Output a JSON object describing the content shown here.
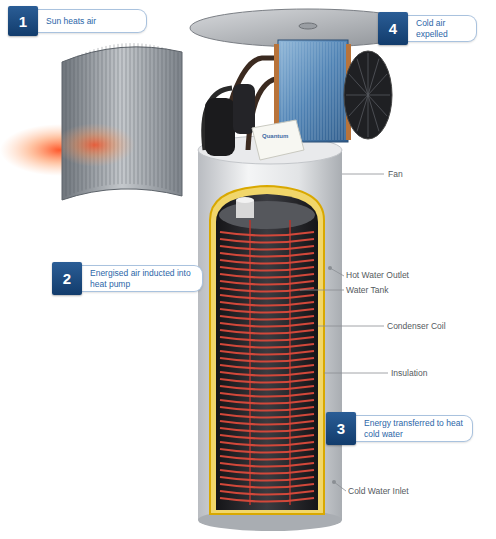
{
  "diagram": {
    "nodes": [
      {
        "text": [
          "1",
          "Sun heats air"
        ]
      },
      {
        "text": [
          "4",
          "Cold air expelled"
        ]
      },
      {
        "text": [
          "2",
          "Energised air inducted into heat pump"
        ]
      },
      {
        "text": [
          "3",
          "Energy transferred to heat cold water"
        ]
      }
    ],
    "labels": [
      "Quantum",
      "Fan",
      "Hot Water Outlet",
      "Water Tank",
      "Condenser Coil",
      "Insulation",
      "Cold Water Inlet"
    ]
  }
}
